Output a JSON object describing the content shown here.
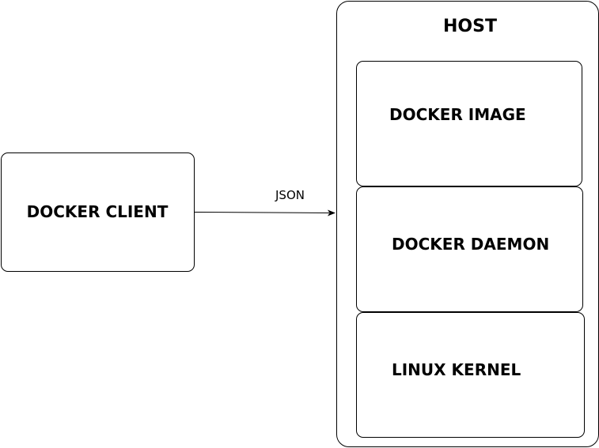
{
  "client": {
    "label": "DOCKER CLIENT"
  },
  "host": {
    "label": "HOST",
    "layers": {
      "image": "DOCKER IMAGE",
      "daemon": "DOCKER DAEMON",
      "kernel": "LINUX KERNEL"
    }
  },
  "connection": {
    "label": "JSON"
  }
}
